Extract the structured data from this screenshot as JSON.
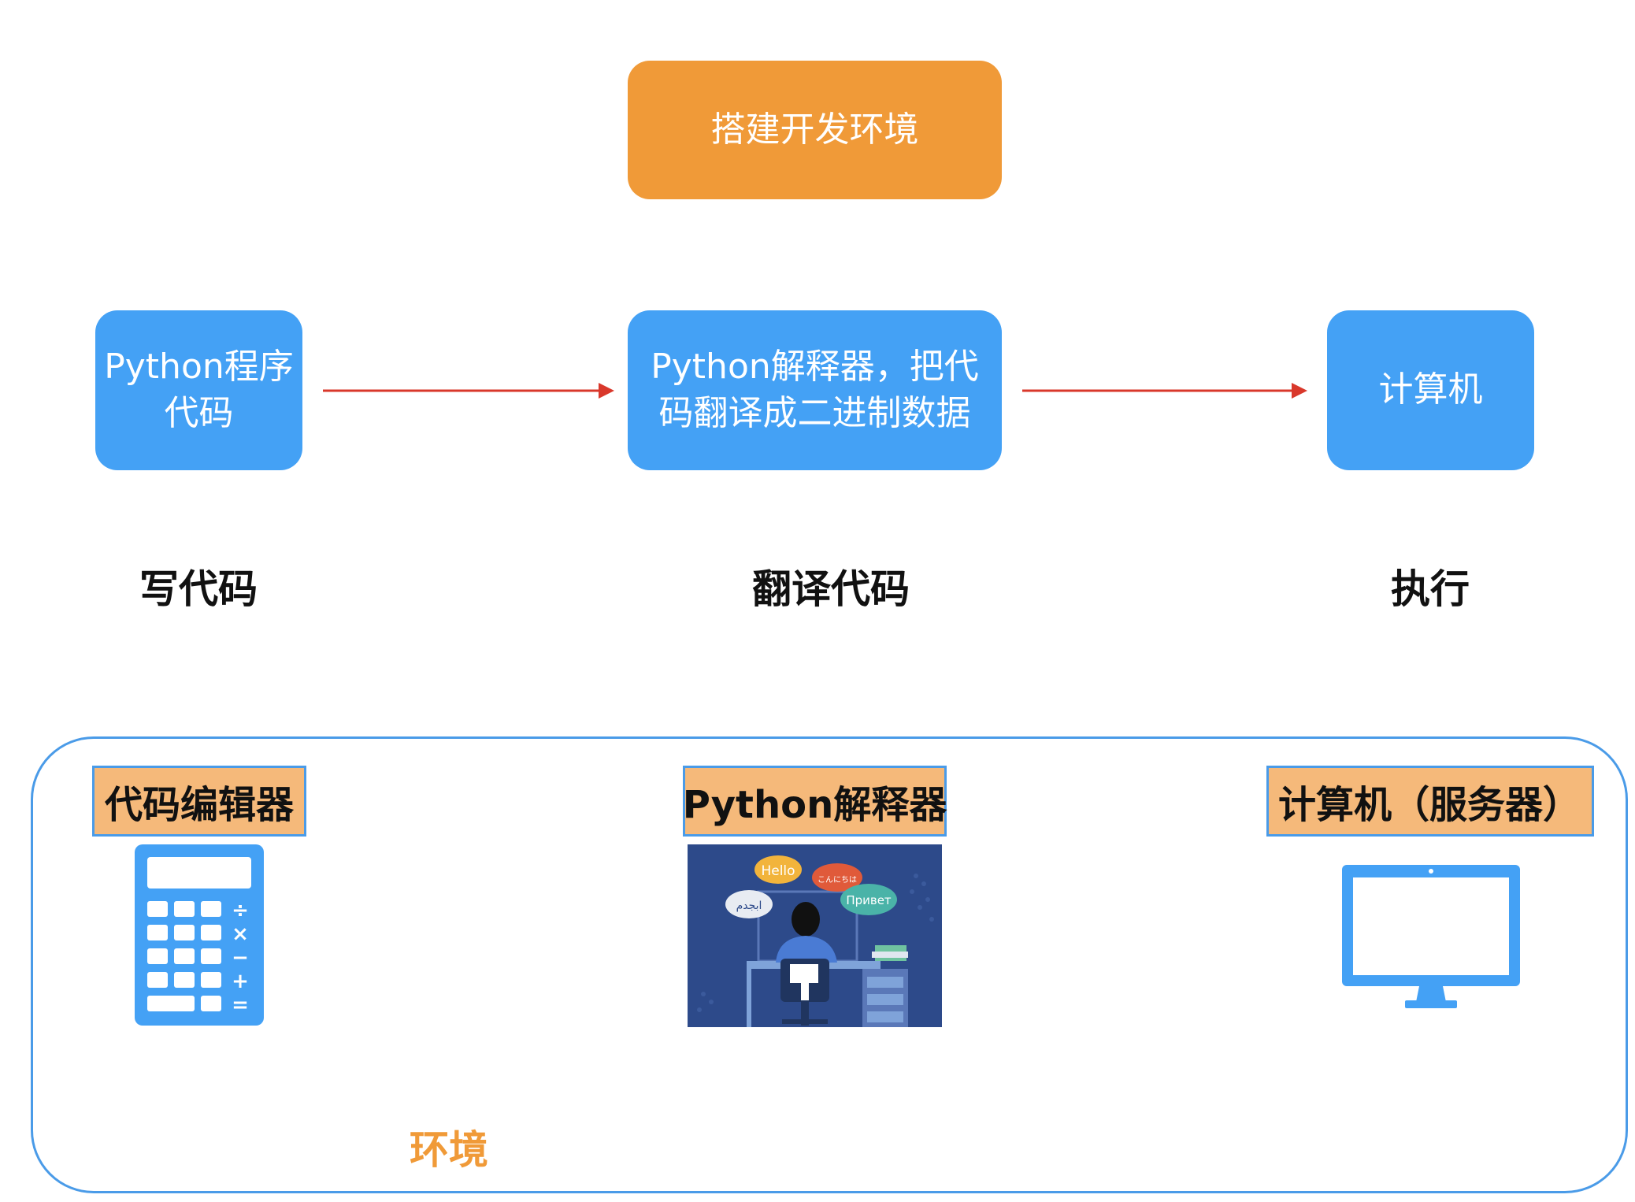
{
  "top": {
    "label": "搭建开发环境"
  },
  "flow": {
    "boxes": [
      {
        "line1": "Python程序",
        "line2": "代码"
      },
      {
        "line1": "Python解释器，把代",
        "line2": "码翻译成二进制数据"
      },
      {
        "line1": "计算机",
        "line2": ""
      }
    ],
    "labels": [
      "写代码",
      "翻译代码",
      "执行"
    ]
  },
  "environment": {
    "label": "环境",
    "tags": [
      "代码编辑器",
      "Python解释器",
      "计算机（服务器）"
    ],
    "icons": [
      "calculator-icon",
      "programmer-illustration",
      "monitor-icon"
    ]
  },
  "illustration": {
    "bubbles": [
      "Hello",
      "こんにちは",
      "Привет",
      "ابجدم"
    ]
  },
  "calculator": {
    "symbols": [
      "÷",
      "×",
      "−",
      "+",
      "="
    ]
  },
  "colors": {
    "orange": "#f09a38",
    "blue": "#44a1f5",
    "arrow": "#d9382b",
    "tag_fill": "#f5b97a",
    "frame": "#4a9be8",
    "illustration_bg": "#2d4a8a"
  }
}
